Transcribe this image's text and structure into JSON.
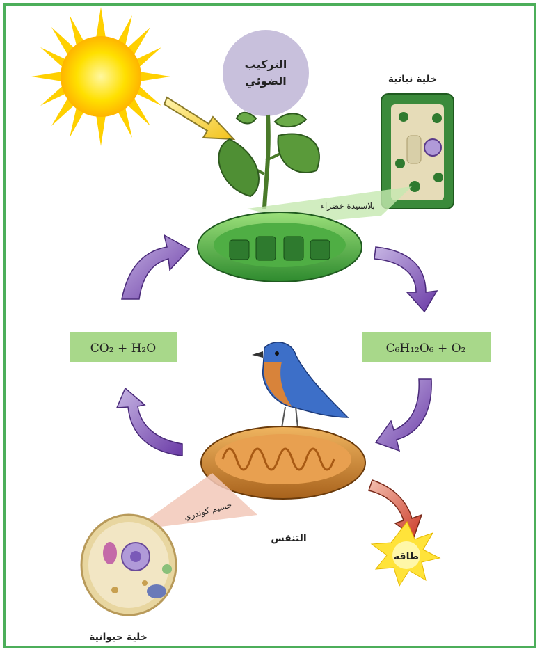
{
  "labels": {
    "photosynthesis": [
      "التركيب",
      "الضوئي"
    ],
    "plant_cell": "خلية نباتية",
    "chloroplast": "بلاستيدة خضراء",
    "mitochondrion": "جسيم كوندري",
    "respiration": "التنفس",
    "energy": "طاقة",
    "animal_cell": "خلية حيوانية"
  },
  "equations": {
    "reactants": "CO₂ + H₂O",
    "products": "C₆H₁₂O₆ + O₂"
  },
  "colors": {
    "border": "#4cae5a",
    "eq_box": "#a8d88a",
    "circle": "#c8c0dc",
    "arrow_purple": "#7b4fb0",
    "arrow_red": "#d6503a",
    "sun": "#ffd800"
  }
}
